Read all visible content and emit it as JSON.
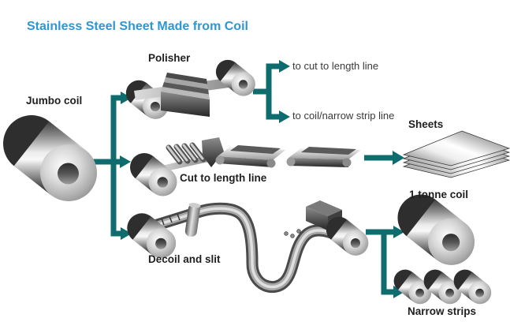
{
  "title": "Stainless Steel Sheet Made from Coil",
  "colors": {
    "title_blue": "#2E96D2",
    "flow_teal": "#0E6B6E",
    "label_black": "#1F1F1F",
    "note_gray": "#3A3A3A"
  },
  "labels": {
    "jumbo_coil": "Jumbo coil",
    "polisher": "Polisher",
    "cut_to_length_line": "Cut to length line",
    "decoil_and_slit": "Decoil and slit",
    "sheets": "Sheets",
    "one_tonne_coil": "1 tonne coil",
    "narrow_strips": "Narrow strips"
  },
  "branch_notes": {
    "to_cut_to_length": "to cut to length line",
    "to_coil_narrow_strip": "to coil/narrow strip line"
  },
  "illustrations": [
    "jumbo-coil",
    "polisher-machine",
    "cut-to-length-machine",
    "sheet-stack",
    "decoil-and-slit-machine",
    "one-tonne-coil",
    "narrow-strip-coils"
  ]
}
